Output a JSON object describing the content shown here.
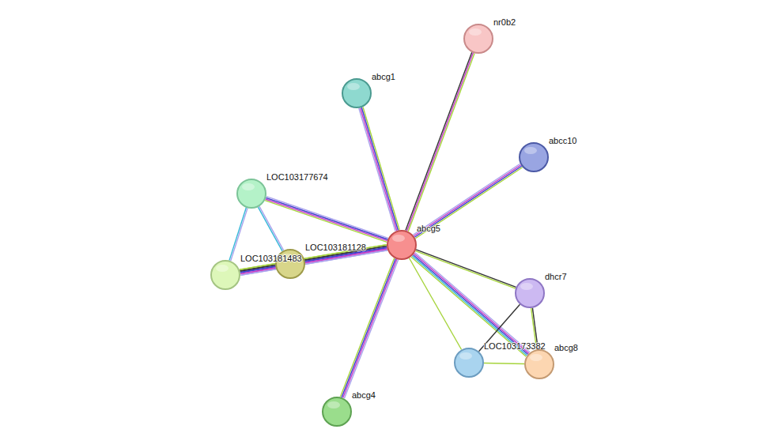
{
  "diagram": {
    "nodes": [
      {
        "text": [
          "nr0b2"
        ]
      },
      {
        "text": [
          "abcg1"
        ]
      },
      {
        "text": [
          "abcc10"
        ]
      },
      {
        "text": [
          "LOC103177674"
        ]
      },
      {
        "text": [
          "abcg5"
        ]
      },
      {
        "text": [
          "LOC103181128"
        ]
      },
      {
        "text": [
          "LOC103181483"
        ]
      },
      {
        "text": [
          "dhcr7"
        ]
      },
      {
        "text": [
          "LOC103173382"
        ]
      },
      {
        "text": [
          "abcg8"
        ]
      },
      {
        "text": [
          "abcg4"
        ]
      }
    ],
    "edges": [
      {
        "from": 4,
        "to": 0,
        "arrow": "none"
      },
      {
        "from": 4,
        "to": 1,
        "arrow": "none"
      },
      {
        "from": 4,
        "to": 2,
        "arrow": "none"
      },
      {
        "from": 4,
        "to": 3,
        "arrow": "none"
      },
      {
        "from": 4,
        "to": 5,
        "arrow": "none"
      },
      {
        "from": 4,
        "to": 6,
        "arrow": "none"
      },
      {
        "from": 4,
        "to": 7,
        "arrow": "none"
      },
      {
        "from": 4,
        "to": 8,
        "arrow": "none"
      },
      {
        "from": 4,
        "to": 9,
        "arrow": "none"
      },
      {
        "from": 4,
        "to": 10,
        "arrow": "none"
      },
      {
        "from": 3,
        "to": 5,
        "arrow": "none"
      },
      {
        "from": 3,
        "to": 6,
        "arrow": "none"
      },
      {
        "from": 5,
        "to": 6,
        "arrow": "none"
      },
      {
        "from": 7,
        "to": 8,
        "arrow": "none"
      },
      {
        "from": 7,
        "to": 9,
        "arrow": "none"
      },
      {
        "from": 8,
        "to": 9,
        "arrow": "none"
      }
    ]
  }
}
